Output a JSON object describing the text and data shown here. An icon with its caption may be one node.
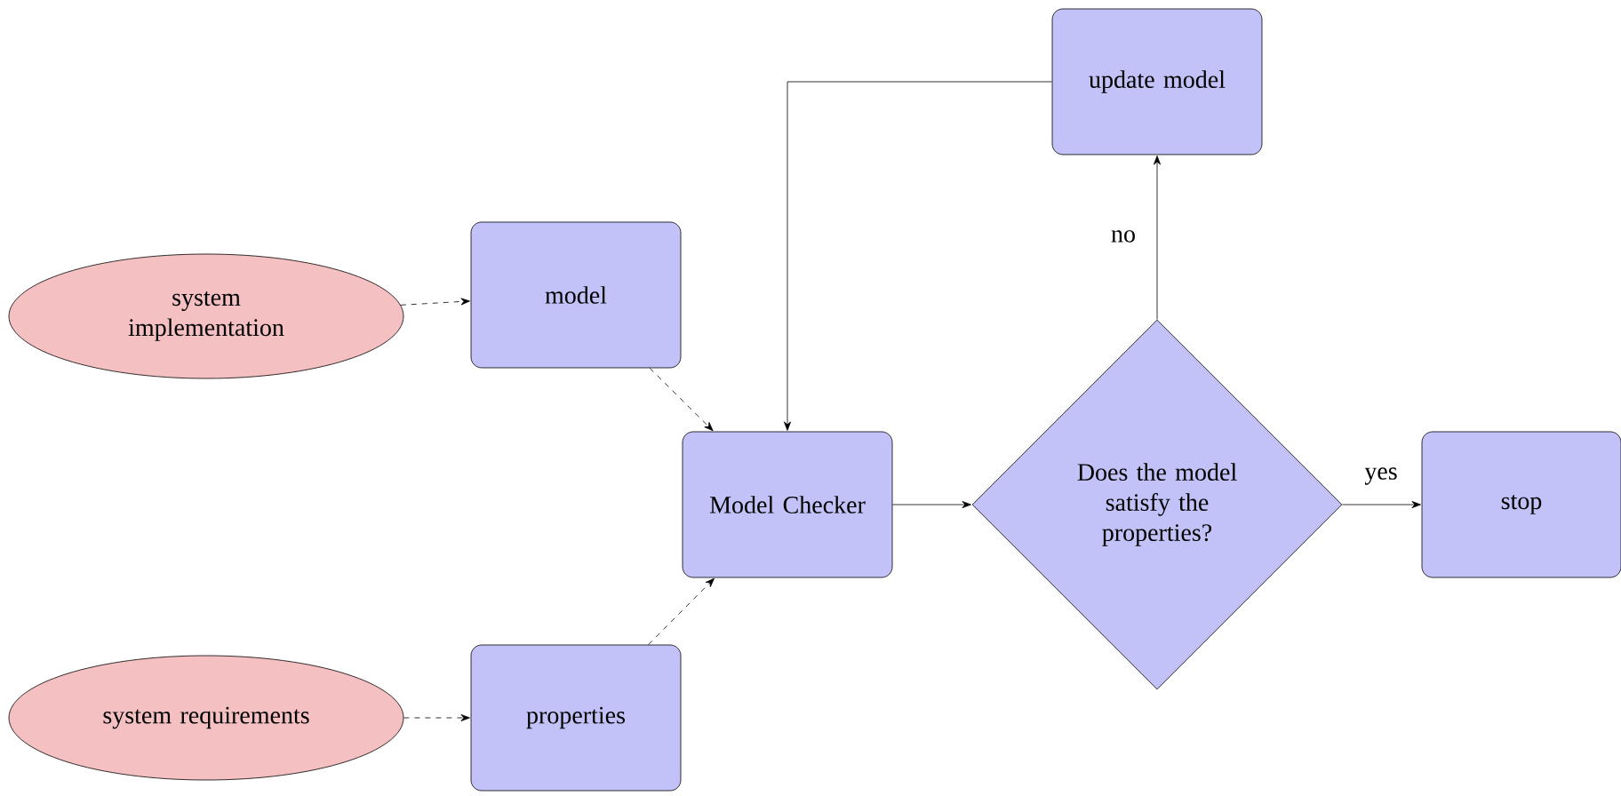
{
  "diagram": {
    "nodes": [
      {
        "text": [
          "system implementation"
        ]
      },
      {
        "text": [
          "model"
        ]
      },
      {
        "text": [
          "Model Checker"
        ]
      },
      {
        "text": [
          "Does the model satisfy the properties?"
        ]
      },
      {
        "text": [
          "update model"
        ]
      },
      {
        "text": [
          "stop"
        ]
      },
      {
        "text": [
          "system requirements"
        ]
      },
      {
        "text": [
          "properties"
        ]
      }
    ],
    "edges": [
      {
        "from": 0,
        "to": 1,
        "arrow": "to",
        "style": "dashed"
      },
      {
        "from": 1,
        "to": 2,
        "arrow": "to",
        "style": "dashed"
      },
      {
        "from": 7,
        "to": 2,
        "arrow": "to",
        "style": "dashed"
      },
      {
        "from": 6,
        "to": 7,
        "arrow": "to",
        "style": "dashed"
      },
      {
        "from": 2,
        "to": 3,
        "arrow": "to"
      },
      {
        "from": 3,
        "to": 4,
        "arrow": "to",
        "label": "no"
      },
      {
        "from": 4,
        "to": 2,
        "arrow": "to"
      },
      {
        "from": 3,
        "to": 5,
        "arrow": "to",
        "label": "yes"
      }
    ]
  }
}
